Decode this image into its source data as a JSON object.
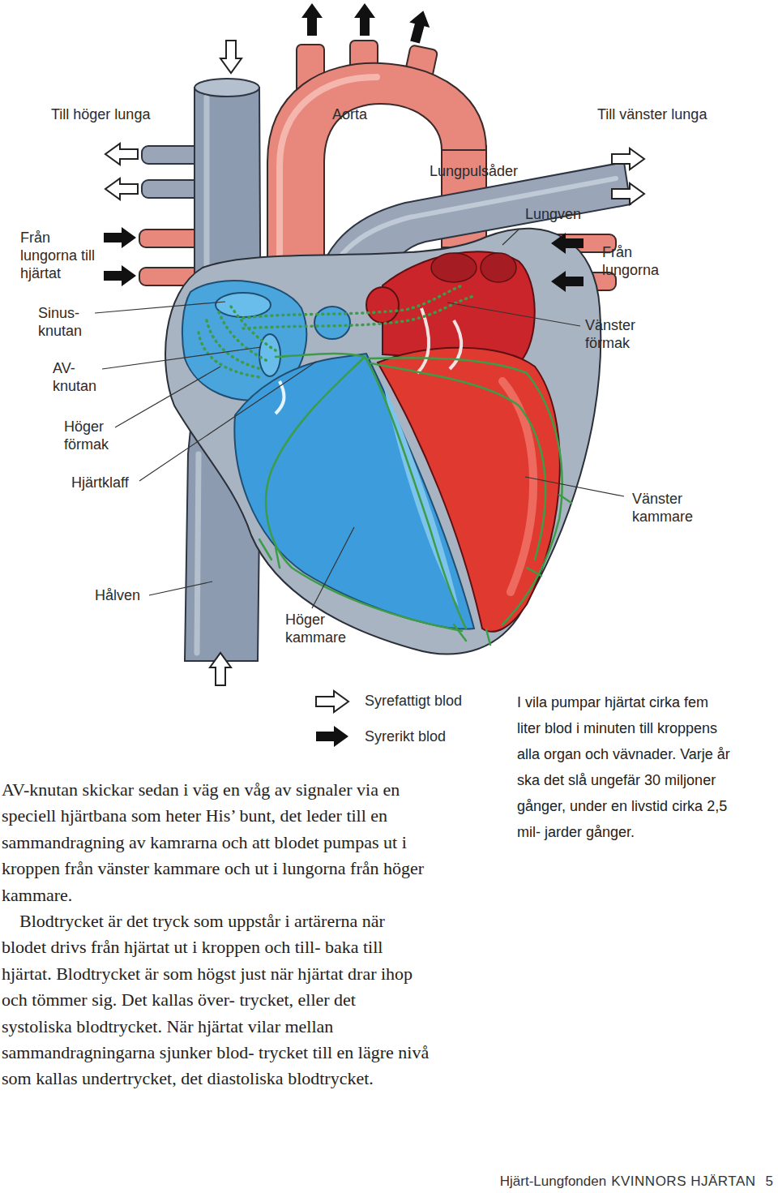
{
  "diagram": {
    "labels": [
      "Till höger lunga",
      "Aorta",
      "Till vänster lunga",
      "Lungpulsåder",
      "Lungven",
      "Från lungorna till hjärtat",
      "Från lungorna",
      "Sinus- knutan",
      "Vänster förmak",
      "AV- knutan",
      "Höger förmak",
      "Hjärtklaff",
      "Vänster kammare",
      "Hålven",
      "Höger kammare",
      "AV-knutan skickar sedan i väg en våg av signaler via en speciell hjärtbana som heter His’ bunt, det leder till en sammandragning av kamrarna och att blodet pumpas ut i kroppen från vänster kammare och ut i lungorna från höger kammare.",
      "Blodtrycket är det tryck som uppstår i artärerna när blodet drivs från hjärtat ut i kroppen och till- baka till hjärtat. Blodtrycket är som högst just när hjärtat drar ihop och tömmer sig. Det kallas över- trycket, eller det systoliska blodtrycket. När hjärtat vilar mellan sammandragningarna sjunker blod- trycket till en lägre nivå som kallas undertrycket, det diastoliska blodtrycket.",
      "I vila pumpar hjärtat cirka fem liter blod i minuten till kroppens alla organ och vävnader. Varje år ska det slå ungefär 30 miljoner gånger, under en livstid cirka 2,5 mil- jarder gånger.",
      "Hjärt-Lungfonden",
      "KVINNORS HJÄRTAN",
      "5"
    ],
    "legend": [
      {
        "text": "Syrefattigt blod"
      },
      {
        "text": "Syrerikt blod"
      }
    ]
  }
}
